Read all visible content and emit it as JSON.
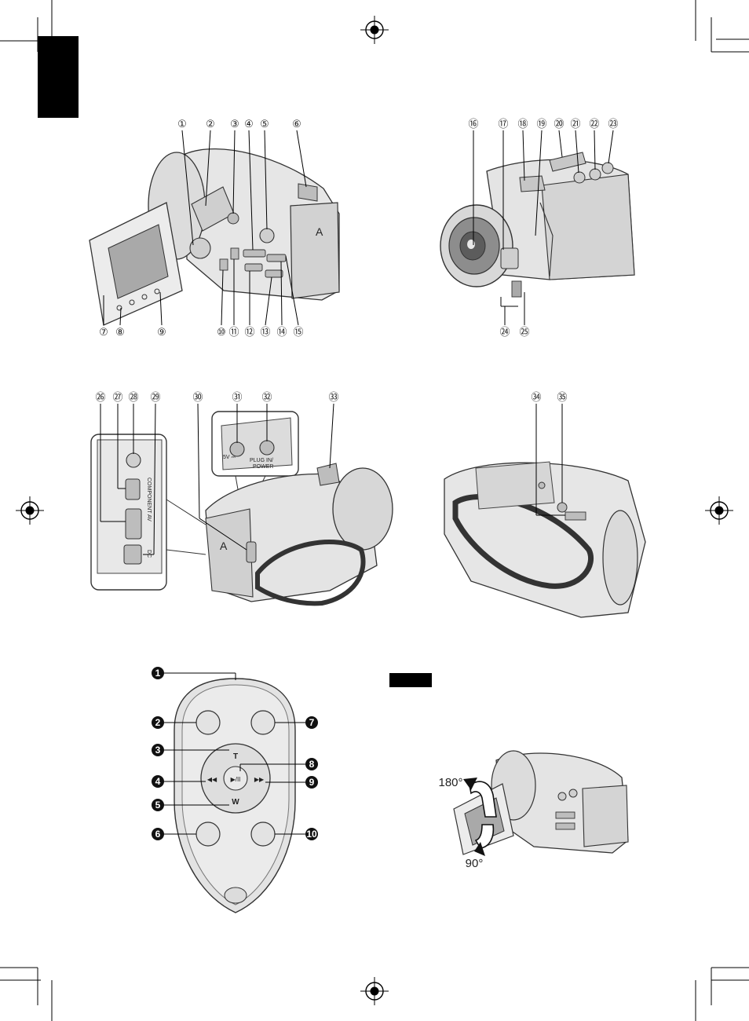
{
  "camera_top": {
    "callouts_top": [
      "①",
      "②",
      "③",
      "④",
      "⑤",
      "⑥"
    ],
    "callouts_bottom": [
      "⑦",
      "⑧",
      "⑨",
      "⑩",
      "⑪",
      "⑫",
      "⑬",
      "⑭",
      "⑮"
    ],
    "plate_text": "A"
  },
  "camera_front": {
    "callouts_top": [
      "⑯",
      "⑰",
      "⑱",
      "⑲",
      "⑳",
      "㉑",
      "㉒",
      "㉓"
    ],
    "callouts_bottom": [
      "㉔",
      "㉕"
    ]
  },
  "camera_rear": {
    "callouts_top": [
      "㉖",
      "㉗",
      "㉘",
      "㉙",
      "㉚",
      "㉛",
      "㉜",
      "㉝"
    ],
    "inset_labels": [
      "5V ⎓",
      "PLUG IN/",
      "POWER"
    ],
    "panel_labels": [
      "COMPONENT",
      "AV",
      "DC"
    ],
    "plate_text": "A"
  },
  "camera_bottom": {
    "callouts_top": [
      "㉞",
      "㉟"
    ]
  },
  "remote": {
    "callouts": [
      "1",
      "2",
      "3",
      "4",
      "5",
      "6",
      "7",
      "8",
      "9",
      "10"
    ],
    "button_t": "T",
    "button_w": "W",
    "button_rewind": "◀◀",
    "button_forward": "▶▶",
    "button_play": "▶/II"
  },
  "lcd_rotation": {
    "angle_up": "180°",
    "angle_down": "90°"
  }
}
